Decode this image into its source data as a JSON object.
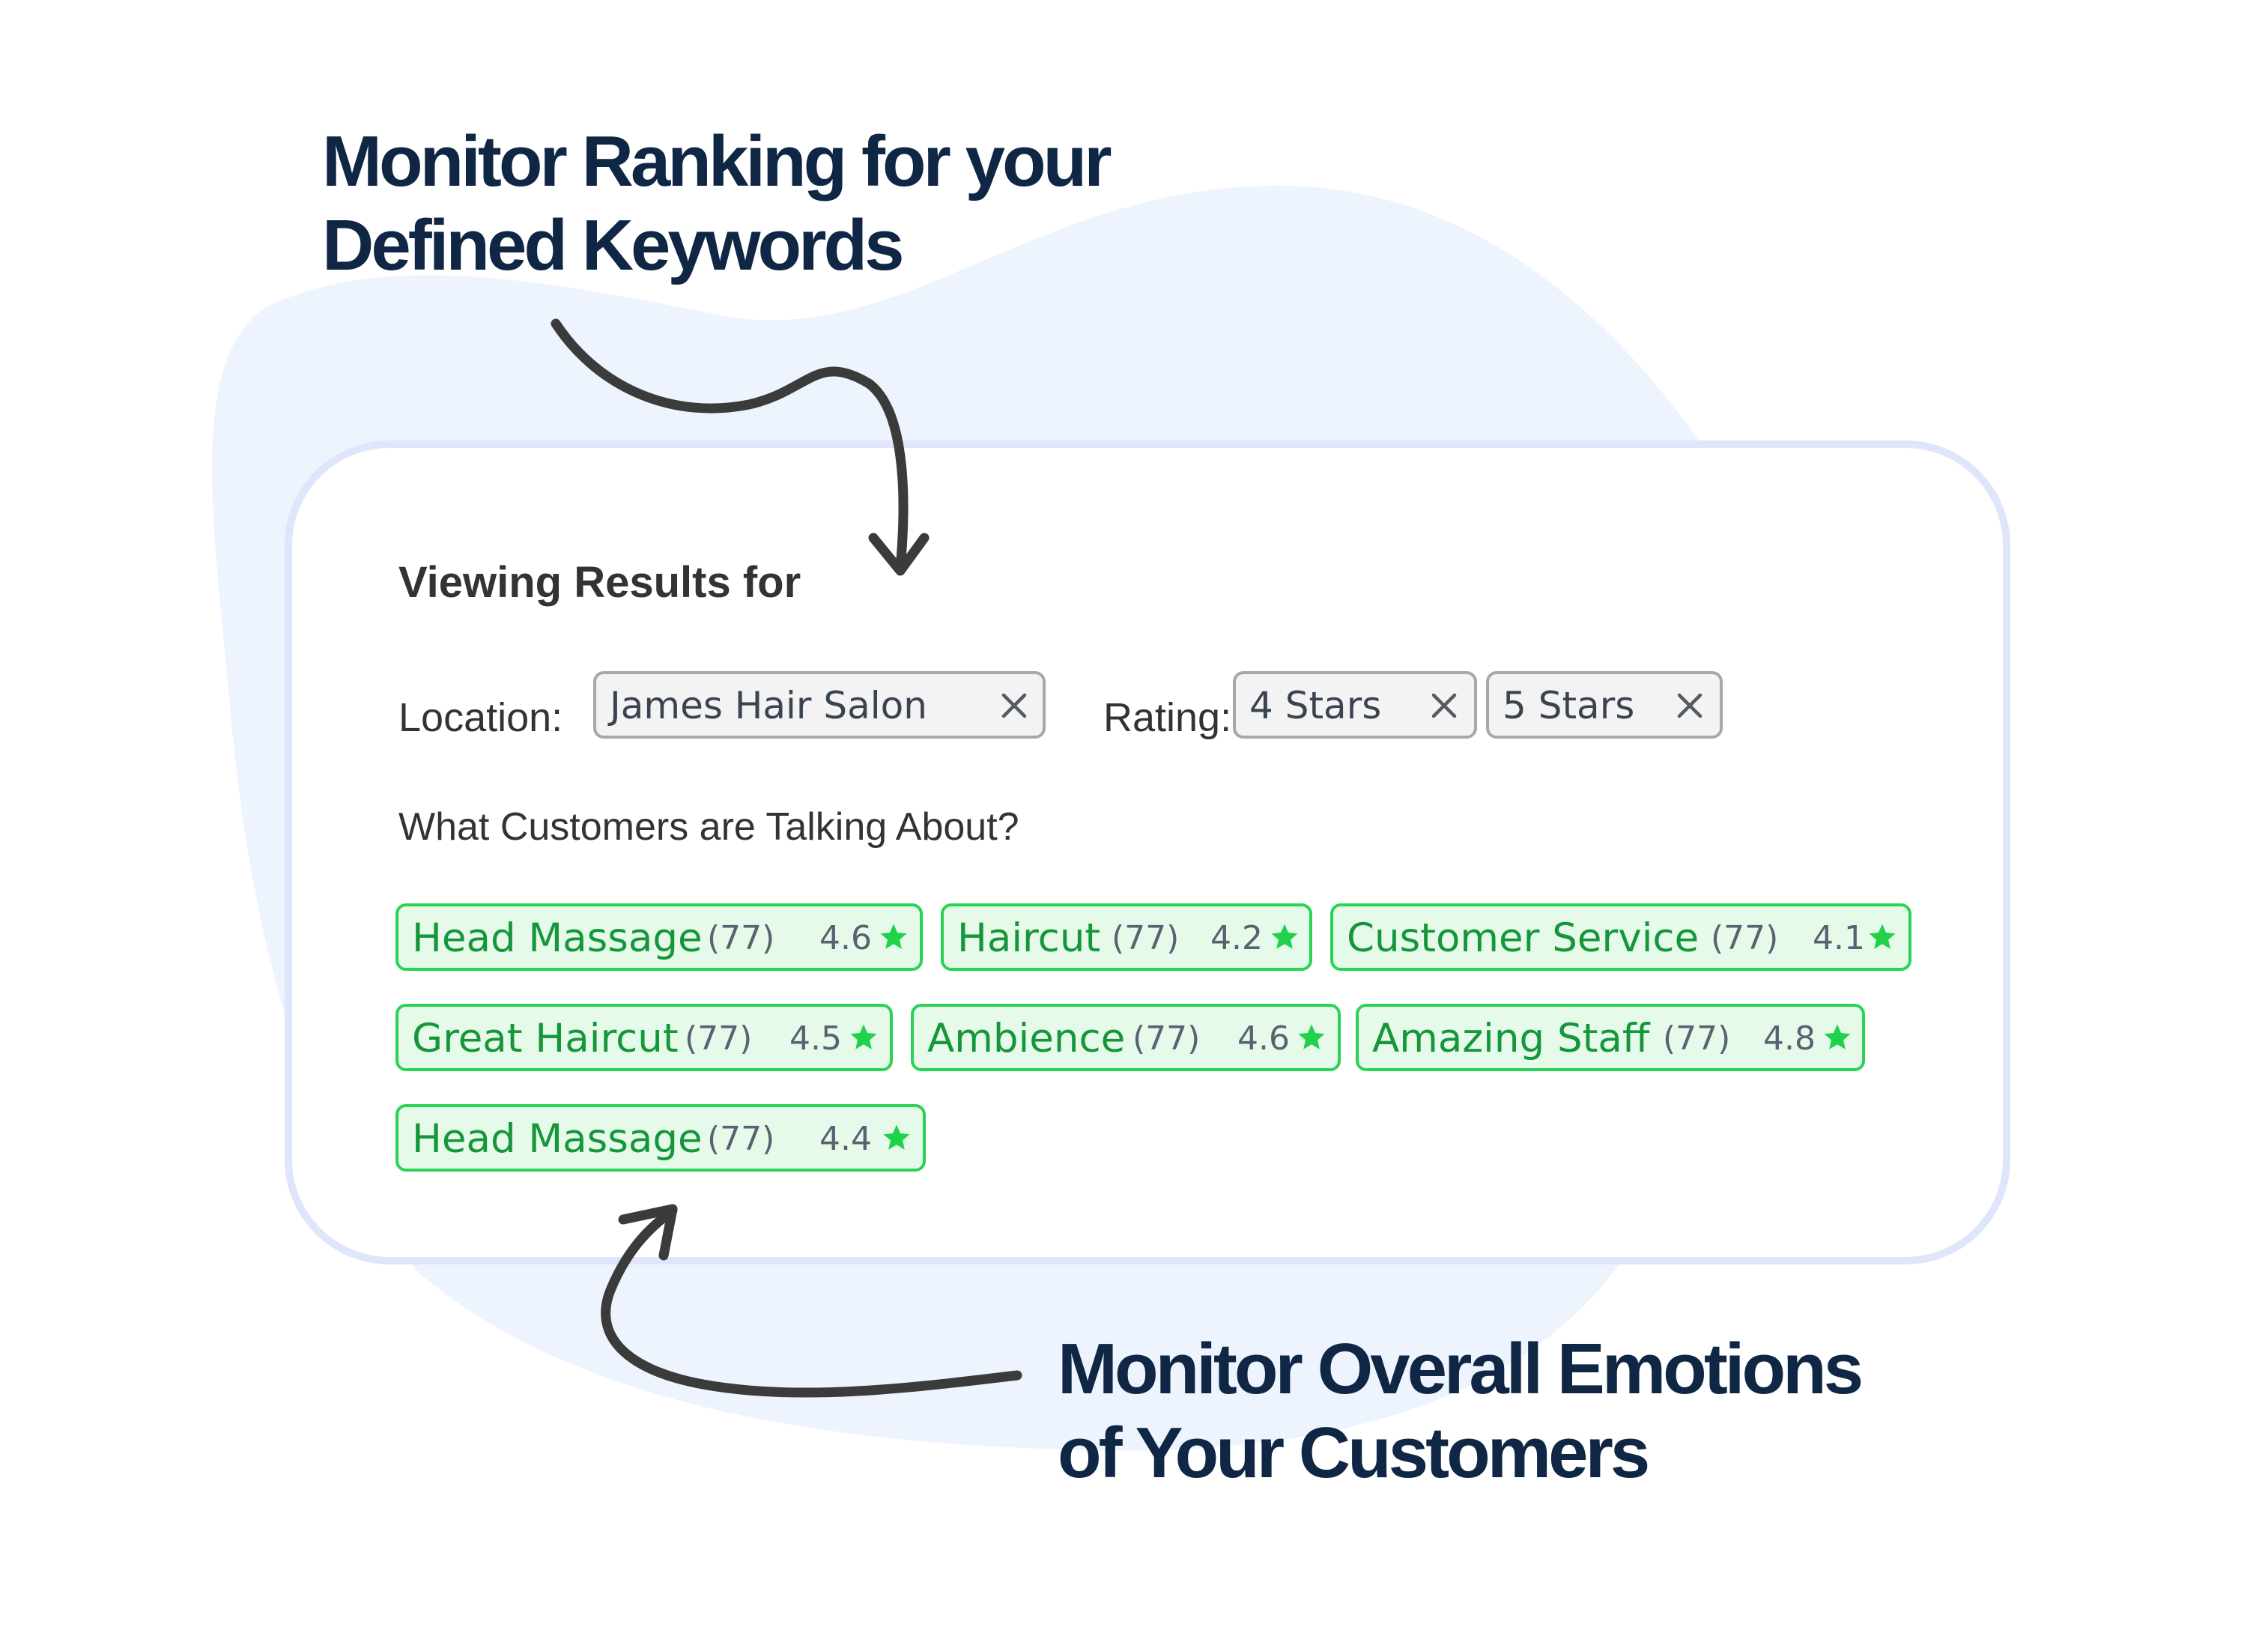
{
  "headings": {
    "top": [
      "Monitor Ranking for your",
      "Defined Keywords"
    ],
    "bottom": [
      "Monitor Overall Emotions",
      "of Your Customers"
    ]
  },
  "card": {
    "title": "Viewing Results for",
    "location_label": "Location:",
    "location_chip": "James Hair Salon",
    "rating_label": "Rating:",
    "rating_chips": [
      "4 Stars",
      "5 Stars"
    ],
    "section_label": "What Customers are Talking About?",
    "topics": [
      {
        "name": "Head Massage",
        "count": "(77)",
        "rating": "4.6"
      },
      {
        "name": "Haircut",
        "count": "(77)",
        "rating": "4.2"
      },
      {
        "name": "Customer Service",
        "count": "(77)",
        "rating": "4.1"
      },
      {
        "name": "Great Haircut",
        "count": "(77)",
        "rating": "4.5"
      },
      {
        "name": "Ambience",
        "count": "(77)",
        "rating": "4.6"
      },
      {
        "name": "Amazing Staff",
        "count": "(77)",
        "rating": "4.8"
      },
      {
        "name": "Head Massage",
        "count": "(77)",
        "rating": "4.4"
      }
    ]
  },
  "icons": {
    "chip_remove": "close-icon",
    "rating": "star-icon",
    "annotation_arrow": "curved-arrow"
  },
  "colors": {
    "heading": "#0f2744",
    "blob": "#edf4fe",
    "card_border": "#dfe5fa",
    "tag_border": "#28d454",
    "tag_fill": "#e6faea",
    "tag_text": "#15963a",
    "star": "#1fd24a",
    "arrow": "#3b3b3b"
  }
}
